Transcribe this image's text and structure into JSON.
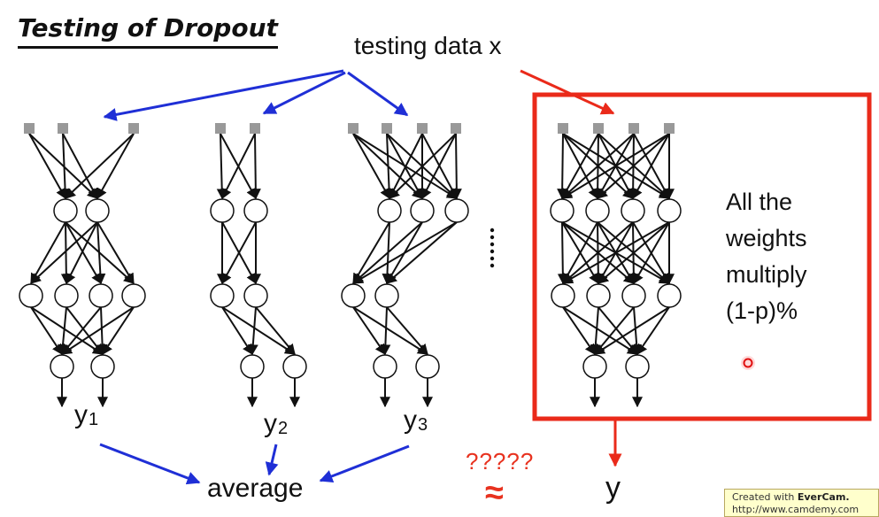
{
  "title": "Testing of Dropout",
  "input_label": "testing data x",
  "outputs": {
    "y1": {
      "base": "y",
      "sub": "1"
    },
    "y2": {
      "base": "y",
      "sub": "2"
    },
    "y3": {
      "base": "y",
      "sub": "3"
    }
  },
  "average_label": "average",
  "question_marks": "?????",
  "approx_symbol": "≈",
  "final_output": "y",
  "weights_note": [
    "All the",
    "weights",
    "multiply",
    "(1-p)%"
  ],
  "ellipsis": "......",
  "watermark": {
    "line1_prefix": "Created with ",
    "line1_brand": "EverCam.",
    "line2": "http://www.camdemy.com"
  },
  "colors": {
    "blue_arrow": "#1f2fd6",
    "red_arrow": "#ea2a1a",
    "red_box": "#ea2a1a",
    "input_square": "#999999",
    "edge": "#111111"
  }
}
